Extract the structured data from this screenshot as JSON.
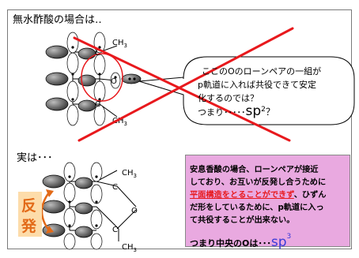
{
  "top_heading": "無水酢酸の場合は‥",
  "bottom_heading": "実は･･･",
  "bubble": {
    "line1": "ここのOのローンペアの一組が",
    "line2": "p軌道に入れば共役できて安定",
    "line3": "化するのでは？",
    "line4_prefix": "つまり･････",
    "line4_sp": "sp",
    "line4_sup": "2",
    "line4_suffix": "？"
  },
  "labels": {
    "ch3": "CH",
    "ch3_sub": "3",
    "carbon": "C",
    "oxygen": "O"
  },
  "repulsion": {
    "char1": "反",
    "char2": "発"
  },
  "explanation": {
    "line1": "安息香酸の場合、ローンペアが接近",
    "line2": "しており、お互いが反発し合うために",
    "line3_highlight": "平面構造をとることができず",
    "line3_rest": "、ひずん",
    "line4": "だ形をしているために、p軌道に入っ",
    "line5": "て共役することが出来ない。",
    "conclusion_prefix": "つまり中央のOは･･･",
    "conclusion_sp": "sp",
    "conclusion_sup": "3"
  },
  "colors": {
    "cross": "#e8191d",
    "highlight_circle": "#e8191d",
    "pink_box": "#e9a9e0",
    "repulsion_box": "#fddcaa",
    "repulsion_text": "#e26a18",
    "sp3_text": "#3a3ad8"
  }
}
